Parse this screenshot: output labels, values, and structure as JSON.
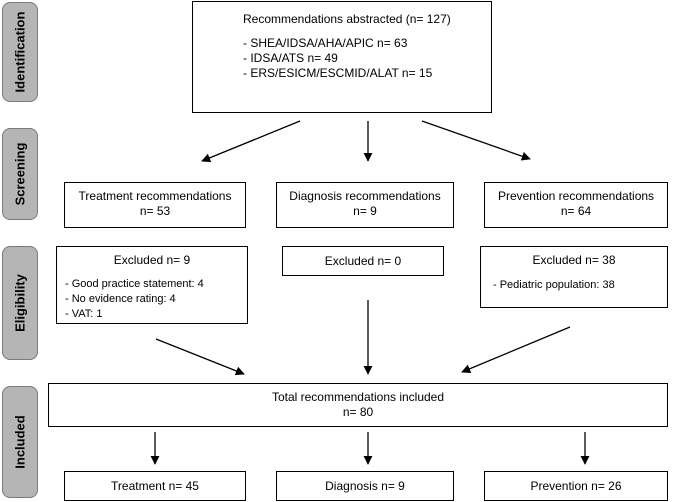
{
  "stages": {
    "identification": "Identification",
    "screening": "Screening",
    "eligibility": "Eligibility",
    "included": "Included"
  },
  "abstracted": {
    "title": "Recommendations abstracted (n= 127)",
    "items": [
      "- SHEA/IDSA/AHA/APIC n= 63",
      "- IDSA/ATS  n= 49",
      "- ERS/ESICM/ESCMID/ALAT n= 15"
    ]
  },
  "screening": {
    "treatment": {
      "label": "Treatment recommendations",
      "n": "n= 53"
    },
    "diagnosis": {
      "label": "Diagnosis recommendations",
      "n": "n= 9"
    },
    "prevention": {
      "label": "Prevention recommendations",
      "n": "n= 64"
    }
  },
  "excluded": {
    "treatment": {
      "title": "Excluded  n= 9",
      "items": [
        "- Good practice statement: 4",
        "- No evidence rating: 4",
        "- VAT: 1"
      ]
    },
    "diagnosis": {
      "title": "Excluded  n= 0"
    },
    "prevention": {
      "title": "Excluded  n= 38",
      "items": [
        "- Pediatric population: 38"
      ]
    }
  },
  "total": {
    "label": "Total recommendations included",
    "n": "n= 80"
  },
  "final": {
    "treatment": "Treatment  n= 45",
    "diagnosis": "Diagnosis  n= 9",
    "prevention": "Prevention  n= 26"
  }
}
